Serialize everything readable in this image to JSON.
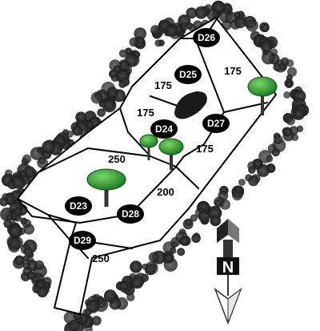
{
  "markers": [
    {
      "id": "d26",
      "label": "D26"
    },
    {
      "id": "d25",
      "label": "D25"
    },
    {
      "id": "d24",
      "label": "D24"
    },
    {
      "id": "d27",
      "label": "D27"
    },
    {
      "id": "d23",
      "label": "D23"
    },
    {
      "id": "d28",
      "label": "D28"
    },
    {
      "id": "d29",
      "label": "D29"
    }
  ],
  "areas": [
    {
      "id": "a1",
      "label": "175"
    },
    {
      "id": "a2",
      "label": "175"
    },
    {
      "id": "a3",
      "label": "175"
    },
    {
      "id": "a4",
      "label": "175"
    },
    {
      "id": "a5",
      "label": "250"
    },
    {
      "id": "a6",
      "label": "200"
    },
    {
      "id": "a7",
      "label": "250"
    }
  ],
  "compass": {
    "letter": "N"
  },
  "colors": {
    "tree_canopy": "#2f9a2f",
    "shrub": "#2b2b2b",
    "marker": "#000000"
  }
}
